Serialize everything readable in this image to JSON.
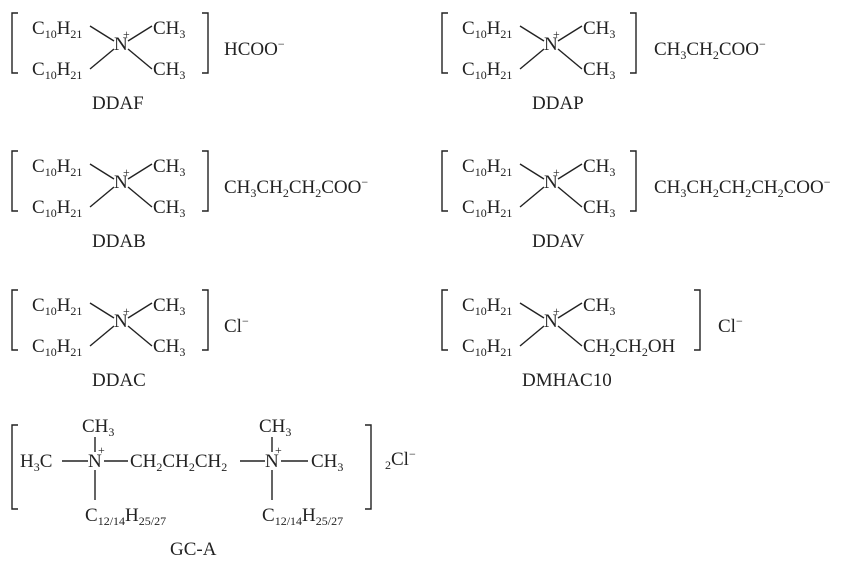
{
  "structures": [
    {
      "name": "DDAF",
      "anion": "HCOO",
      "anion_sign": "−",
      "cation": {
        "chain": "C10H21",
        "methyl": "CH3",
        "third": "CH3",
        "charge": "+",
        "N": "N"
      }
    },
    {
      "name": "DDAP",
      "anion": "CH3CH2COO",
      "anion_sign": "−",
      "cation": {
        "chain": "C10H21",
        "methyl": "CH3",
        "third": "CH3",
        "charge": "+",
        "N": "N"
      }
    },
    {
      "name": "DDAB",
      "anion": "CH3CH2CH2COO",
      "anion_sign": "−",
      "cation": {
        "chain": "C10H21",
        "methyl": "CH3",
        "third": "CH3",
        "charge": "+",
        "N": "N"
      }
    },
    {
      "name": "DDAV",
      "anion": "CH3CH2CH2CH2COO",
      "anion_sign": "−",
      "cation": {
        "chain": "C10H21",
        "methyl": "CH3",
        "third": "CH3",
        "charge": "+",
        "N": "N"
      }
    },
    {
      "name": "DDAC",
      "anion": "Cl",
      "anion_sign": "−",
      "cation": {
        "chain": "C10H21",
        "methyl": "CH3",
        "third": "CH3",
        "charge": "+",
        "N": "N"
      }
    },
    {
      "name": "DMHAC10",
      "anion": "Cl",
      "anion_sign": "−",
      "cation": {
        "chain": "C10H21",
        "methyl": "CH3",
        "third": "CH2CH2OH",
        "charge": "+",
        "N": "N"
      }
    }
  ],
  "gemini": {
    "name": "GC-A",
    "left_group": "H3C",
    "spacer": "CH2CH2CH2",
    "methyl": "CH3",
    "chain": "C12/14H25/27",
    "N": "N",
    "charge": "+",
    "anion": "2Cl",
    "anion_sign": "−"
  }
}
